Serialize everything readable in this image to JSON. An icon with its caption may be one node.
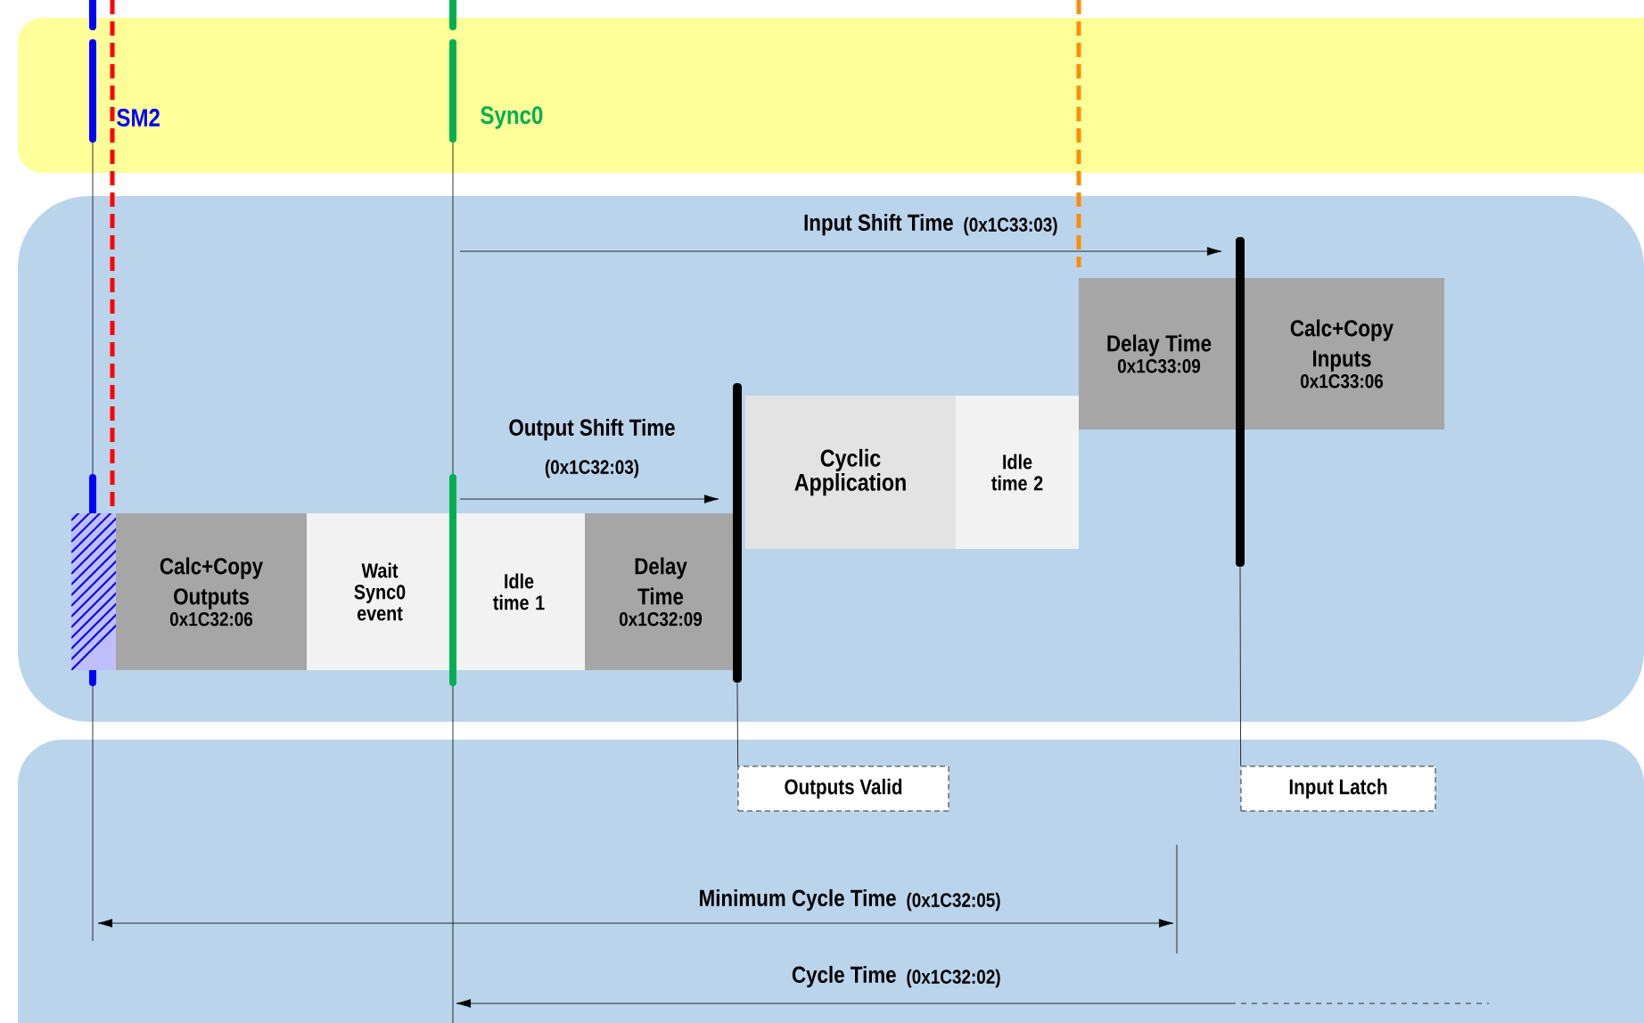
{
  "diagram": {
    "nodes": [
      {
        "text": [
          "Calc+Copy Outputs",
          "0x1C32:06"
        ]
      },
      {
        "text": [
          "Wait Sync0 event"
        ]
      },
      {
        "text": [
          "Idle time 1"
        ]
      },
      {
        "text": [
          "Delay Time",
          "0x1C32:09"
        ]
      },
      {
        "text": [
          "Cyclic Application"
        ]
      },
      {
        "text": [
          "Idle time 2"
        ]
      },
      {
        "text": [
          "Delay Time",
          "0x1C33:09"
        ]
      },
      {
        "text": [
          "Calc+Copy Inputs",
          "0x1C33:06"
        ]
      },
      {
        "text": [
          "Outputs Valid"
        ]
      },
      {
        "text": [
          "Input Latch"
        ]
      },
      {
        "text": [],
        "shape": "bar"
      },
      {
        "text": [],
        "shape": "bar"
      }
    ],
    "edges": [
      {
        "from": 8,
        "to": 10,
        "arrow": "none"
      },
      {
        "from": 9,
        "to": 11,
        "arrow": "none"
      }
    ],
    "labels": [
      "SM2",
      "Sync0",
      "Input Shift Time",
      "(0x1C33:03)",
      "Output Shift Time",
      "(0x1C32:03)",
      "Minimum Cycle Time",
      "(0x1C32:05)",
      "Cycle Time",
      "(0x1C32:02)"
    ]
  }
}
